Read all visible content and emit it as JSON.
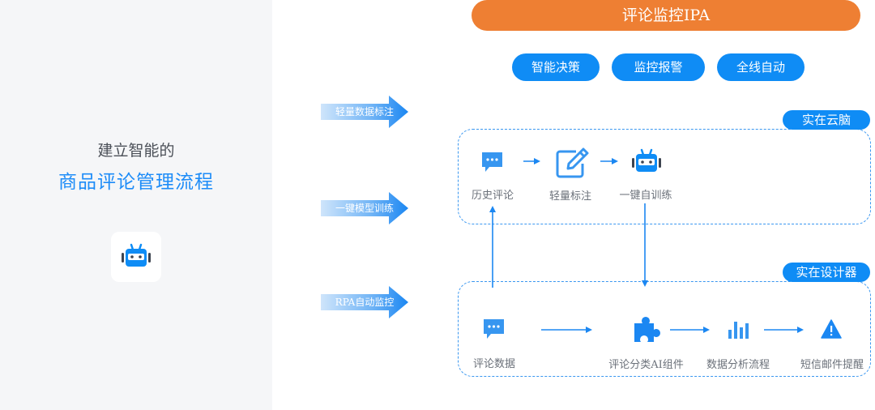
{
  "left": {
    "line1": "建立智能的",
    "line2": "商品评论管理流程",
    "logo_icon": "robot-icon"
  },
  "header": {
    "title": "评论监控IPA",
    "color": "#ee7f33"
  },
  "pills": [
    {
      "label": "智能决策"
    },
    {
      "label": "监控报警"
    },
    {
      "label": "全线自动"
    }
  ],
  "side_arrows": [
    {
      "label": "轻量数据标注"
    },
    {
      "label": "一键模型训练"
    },
    {
      "label": "RPA自动监控"
    }
  ],
  "cloud_section": {
    "tag": "实在云脑",
    "nodes": [
      {
        "label": "历史评论",
        "icon": "chat-icon"
      },
      {
        "label": "轻量标注",
        "icon": "edit-icon"
      },
      {
        "label": "一键自训练",
        "icon": "robot-icon"
      }
    ]
  },
  "designer_section": {
    "tag": "实在设计器",
    "nodes": [
      {
        "label": "评论数据",
        "icon": "chat-icon"
      },
      {
        "label": "评论分类AI组件",
        "icon": "puzzle-icon"
      },
      {
        "label": "数据分析流程",
        "icon": "bar-chart-icon"
      },
      {
        "label": "短信邮件提醒",
        "icon": "warning-icon"
      }
    ]
  },
  "colors": {
    "primary": "#0f8cf5",
    "accent_text": "#1d8cf8",
    "dash": "#3a97f0",
    "panel_bg": "#f5f6f8"
  }
}
